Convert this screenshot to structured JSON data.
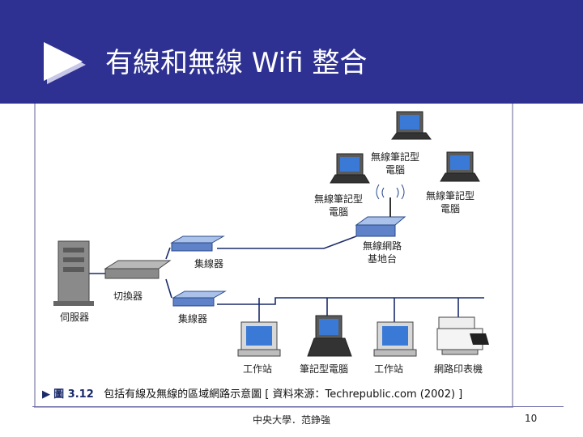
{
  "slide": {
    "title": "有線和無線 Wifi 整合",
    "footer_center": "中央大學．范錚強",
    "page_number": "10"
  },
  "colors": {
    "header_bg": "#2e3192",
    "title_text": "#ffffff",
    "line": "#1a2a6a"
  },
  "diagram": {
    "labels": {
      "laptop_top": "無線筆記型\n電腦",
      "laptop_left": "無線筆記型\n電腦",
      "laptop_right": "無線筆記型\n電腦",
      "access_point": "無線網路\n基地台",
      "hub_upper": "集線器",
      "switch": "切換器",
      "hub_lower": "集線器",
      "server": "伺服器",
      "workstation_1": "工作站",
      "notebook": "筆記型電腦",
      "workstation_2": "工作站",
      "printer": "網路印表機"
    },
    "caption": {
      "marker": "▶",
      "figure_number": "圖 3.12",
      "text": "包括有線及無線的區域網路示意圖 [ 資料來源：Techrepublic.com (2002) ]"
    }
  }
}
